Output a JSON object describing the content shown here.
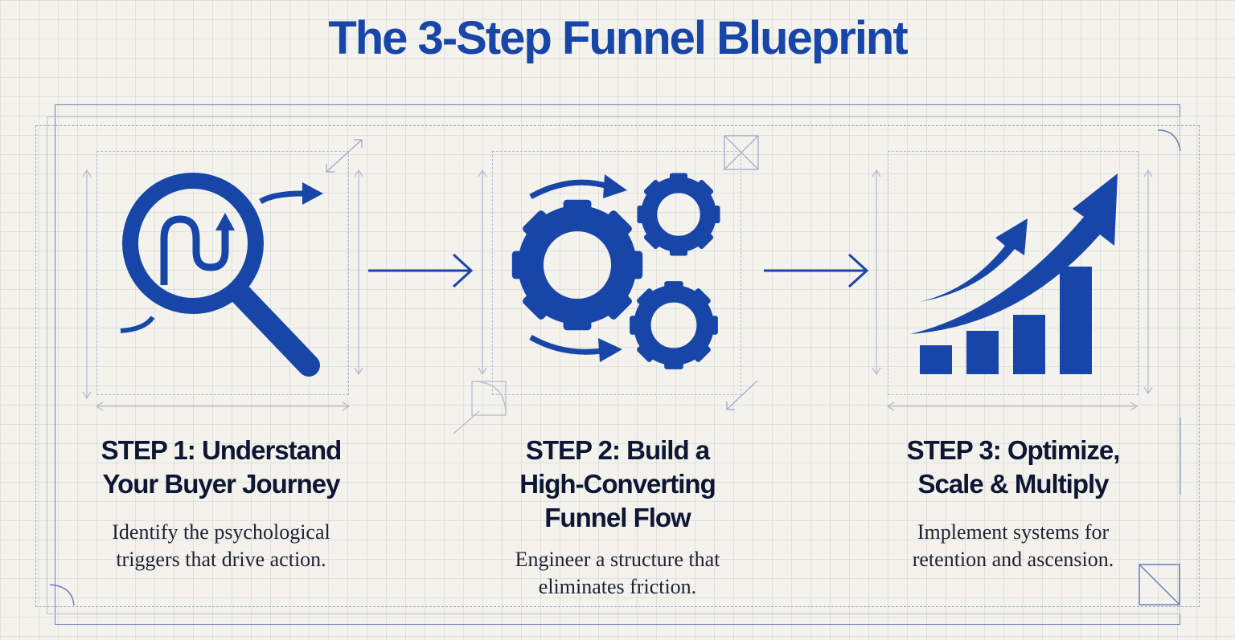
{
  "title": "The 3-Step Funnel Blueprint",
  "colors": {
    "accent": "#1846a8",
    "text": "#0d1633",
    "grid": "#c9cdd8"
  },
  "steps": [
    {
      "icon": "magnifier-journey-icon",
      "title_lines": [
        "STEP 1: Understand",
        "Your Buyer Journey"
      ],
      "desc_lines": [
        "Identify the psychological",
        "triggers that drive action."
      ]
    },
    {
      "icon": "gears-icon",
      "title_lines": [
        "STEP 2: Build a",
        "High-Converting",
        "Funnel Flow"
      ],
      "desc_lines": [
        "Engineer a structure that",
        "eliminates friction."
      ]
    },
    {
      "icon": "growth-chart-icon",
      "title_lines": [
        "STEP 3: Optimize,",
        "Scale & Multiply"
      ],
      "desc_lines": [
        "Implement systems for",
        "retention and ascension."
      ]
    }
  ]
}
